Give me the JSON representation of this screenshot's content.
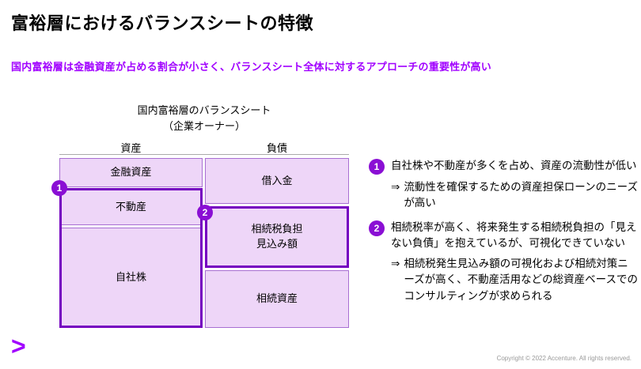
{
  "header": {
    "title": "富裕層におけるバランスシートの特徴",
    "subtitle": "国内富裕層は金融資産が占める割合が小さく、バランスシート全体に対するアプローチの重要性が高い"
  },
  "diagram": {
    "title": "国内富裕層のバランスシート\n（企業オーナー）",
    "assets_header": "資産",
    "liabilities_header": "負債",
    "assets_boxes": {
      "financial": "金融資産",
      "real_estate": "不動産",
      "own_stock": "自社株"
    },
    "liability_boxes": {
      "borrowings": "借入金",
      "inheritance_tax": "相続税負担\n見込み額",
      "inherited_assets": "相続資産"
    },
    "badge1": "1",
    "badge2": "2"
  },
  "notes": [
    {
      "badge": "1",
      "text": "自社株や不動産が多くを占め、資産の流動性が低い",
      "arrow": "⇒",
      "sub": "流動性を確保するための資産担保ローンのニーズが高い"
    },
    {
      "badge": "2",
      "text": "相続税率が高く、将来発生する相続税負担の「見えない負債」を抱えているが、可視化できていない",
      "arrow": "⇒",
      "sub": "相続税発生見込み額の可視化および相続対策ニーズが高く、不動産活用などの総資産ベースでのコンサルティングが求められる"
    }
  ],
  "footer": {
    "logo": ">",
    "copyright": "Copyright © 2022 Accenture. All rights reserved."
  },
  "colors": {
    "accent": "#a100ff",
    "outline": "#7500c0",
    "box_fill": "#eed6f8"
  }
}
